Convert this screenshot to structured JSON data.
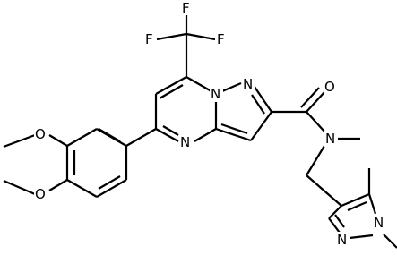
{
  "diagram": {
    "type": "chemical-structure",
    "atoms": [
      {
        "id": "F1",
        "text": "F"
      },
      {
        "id": "F2",
        "text": "F"
      },
      {
        "id": "F3",
        "text": "F"
      },
      {
        "id": "N1",
        "text": "N"
      },
      {
        "id": "N2",
        "text": "N"
      },
      {
        "id": "N3",
        "text": "N"
      },
      {
        "id": "O1",
        "text": "O"
      },
      {
        "id": "N4",
        "text": "N"
      },
      {
        "id": "O2",
        "text": "O"
      },
      {
        "id": "O3",
        "text": "O"
      },
      {
        "id": "N5",
        "text": "N"
      },
      {
        "id": "N6",
        "text": "N"
      }
    ]
  }
}
